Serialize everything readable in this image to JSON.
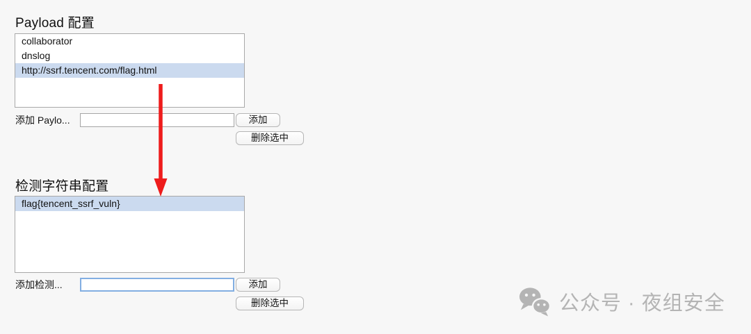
{
  "payload_section": {
    "title": "Payload 配置",
    "list_items": [
      {
        "text": "collaborator",
        "selected": false
      },
      {
        "text": "dnslog",
        "selected": false
      },
      {
        "text": "http://ssrf.tencent.com/flag.html",
        "selected": true
      }
    ],
    "add_label": "添加 Paylo...",
    "input_value": "",
    "add_button": "添加",
    "delete_button": "删除选中"
  },
  "detect_section": {
    "title": "检测字符串配置",
    "list_items": [
      {
        "text": "flag{tencent_ssrf_vuln}",
        "selected": true
      }
    ],
    "add_label": "添加检测...",
    "input_value": "",
    "add_button": "添加",
    "delete_button": "删除选中"
  },
  "annotation": {
    "arrow_meaning": "arrow from selected payload to detection list"
  },
  "watermark": {
    "icon": "wechat-icon",
    "text": "公众号 · 夜组安全"
  },
  "colors": {
    "page_bg": "#f7f7f7",
    "selection": "#cbdaef",
    "arrow": "#ee1c1c",
    "focus_border": "#82aee2",
    "box_border": "#a8a8a8",
    "input_border": "#a5a5a5",
    "button_border": "#b6b6b6",
    "watermark": "#b4b4b4"
  }
}
